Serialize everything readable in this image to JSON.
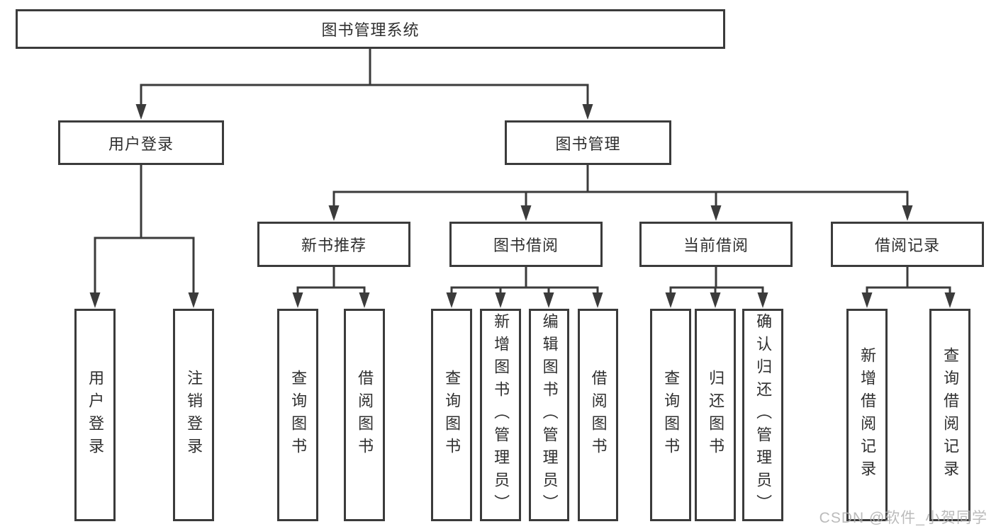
{
  "tree": {
    "root": {
      "label": "图书管理系统"
    },
    "level2": [
      {
        "id": "user-login",
        "label": "用户登录"
      },
      {
        "id": "book-management",
        "label": "图书管理"
      }
    ],
    "level3": [
      {
        "id": "new-book-recommend",
        "label": "新书推荐",
        "parent": "book-management"
      },
      {
        "id": "book-borrowing",
        "label": "图书借阅",
        "parent": "book-management"
      },
      {
        "id": "current-borrowing",
        "label": "当前借阅",
        "parent": "book-management"
      },
      {
        "id": "borrowing-records",
        "label": "借阅记录",
        "parent": "book-management"
      }
    ],
    "leaves": [
      {
        "parent": "user-login",
        "label": "用户登录"
      },
      {
        "parent": "user-login",
        "label": "注销登录"
      },
      {
        "parent": "new-book-recommend",
        "label": "查询图书"
      },
      {
        "parent": "new-book-recommend",
        "label": "借阅图书"
      },
      {
        "parent": "book-borrowing",
        "label": "查询图书"
      },
      {
        "parent": "book-borrowing",
        "label": "新增图书（管理员）"
      },
      {
        "parent": "book-borrowing",
        "label": "编辑图书（管理员）"
      },
      {
        "parent": "book-borrowing",
        "label": "借阅图书"
      },
      {
        "parent": "current-borrowing",
        "label": "查询图书"
      },
      {
        "parent": "current-borrowing",
        "label": "归还图书"
      },
      {
        "parent": "current-borrowing",
        "label": "确认归还（管理员）"
      },
      {
        "parent": "borrowing-records",
        "label": "新增借阅记录"
      },
      {
        "parent": "borrowing-records",
        "label": "查询借阅记录"
      }
    ]
  },
  "watermark": "CSDN @软件_小贺同学",
  "colors": {
    "line": "#3b3b3b",
    "text": "#2f2f2f",
    "background": "#ffffff",
    "watermark": "#afafaf"
  }
}
